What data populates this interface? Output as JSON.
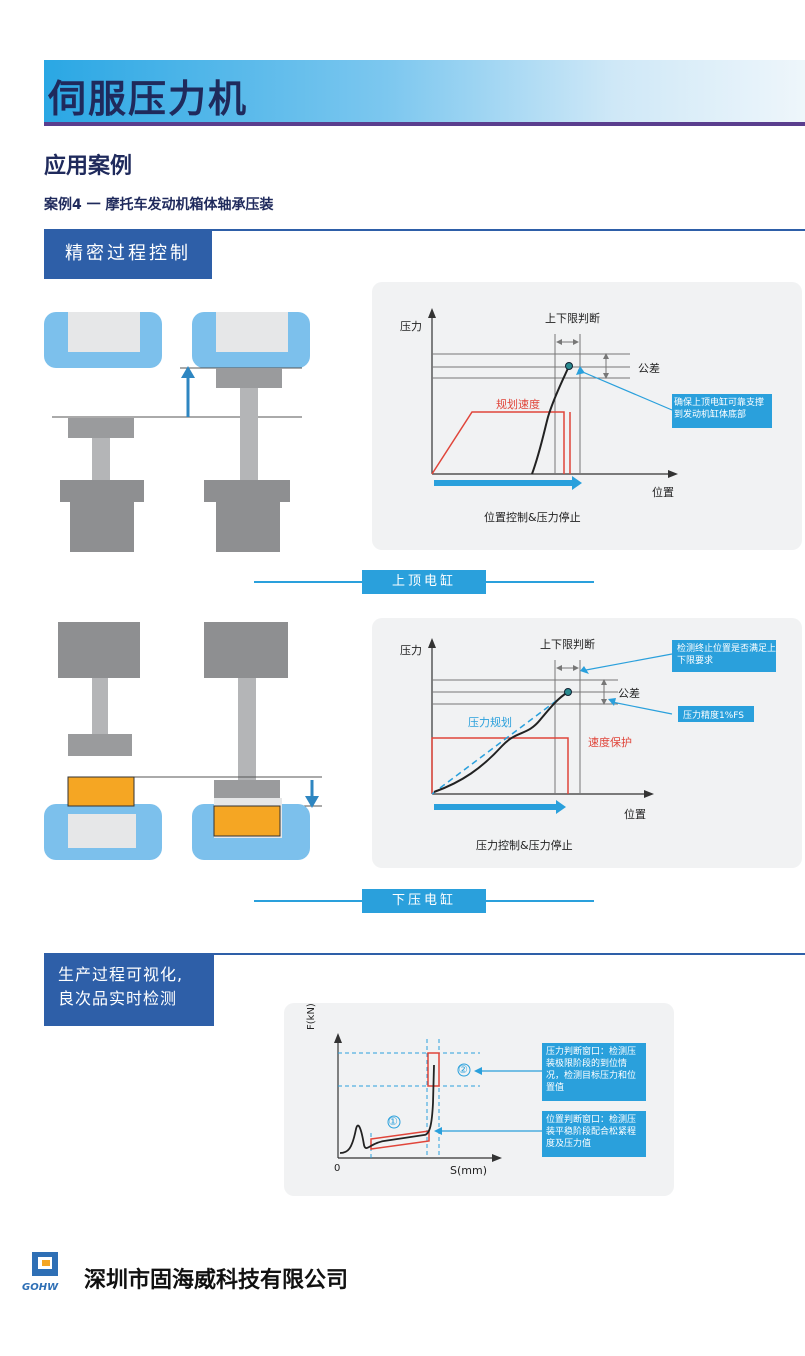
{
  "header": {
    "title": "伺服压力机"
  },
  "section_heading": "应用案例",
  "case_title": "案例4 一 摩托车发动机箱体轴承压装",
  "section1": {
    "label": "精密过程控制"
  },
  "chart1": {
    "ylabel": "压力",
    "xlabel": "位置",
    "judge_label": "上下限判断",
    "tolerance_label": "公差",
    "curve_label": "规划速度",
    "callout": "确保上顶电缸可靠支撑到发动机缸体底部",
    "caption": "位置控制&压力停止"
  },
  "divider1": "上顶电缸",
  "chart2": {
    "ylabel": "压力",
    "xlabel": "位置",
    "judge_label": "上下限判断",
    "tolerance_label": "公差",
    "plan_label": "压力规划",
    "speed_label": "速度保护",
    "callout_top": "检测终止位置是否满足上下限要求",
    "callout_mid": "压力精度1%FS",
    "caption": "压力控制&压力停止"
  },
  "divider2": "下压电缸",
  "section2": {
    "line1": "生产过程可视化,",
    "line2": "良次品实时检测"
  },
  "chart3": {
    "ylabel": "F(kN)",
    "xlabel": "S(mm)",
    "origin": "0",
    "marker1": "①",
    "marker2": "②",
    "callout_top": "压力判断窗口：检测压装极限阶段的到位情况，检测目标压力和位置值",
    "callout_bottom": "位置判断窗口：检测压装平稳阶段配合松紧程度及压力值"
  },
  "footer": {
    "company": "深圳市固海威科技有限公司",
    "logo_text": "GOHW"
  },
  "colors": {
    "navy": "#1f2a5c",
    "blue": "#2aa0dc",
    "section_blue": "#2e5fa8",
    "red": "#e0453a",
    "orange": "#f5a623",
    "light_blue": "#7cc0ec"
  }
}
